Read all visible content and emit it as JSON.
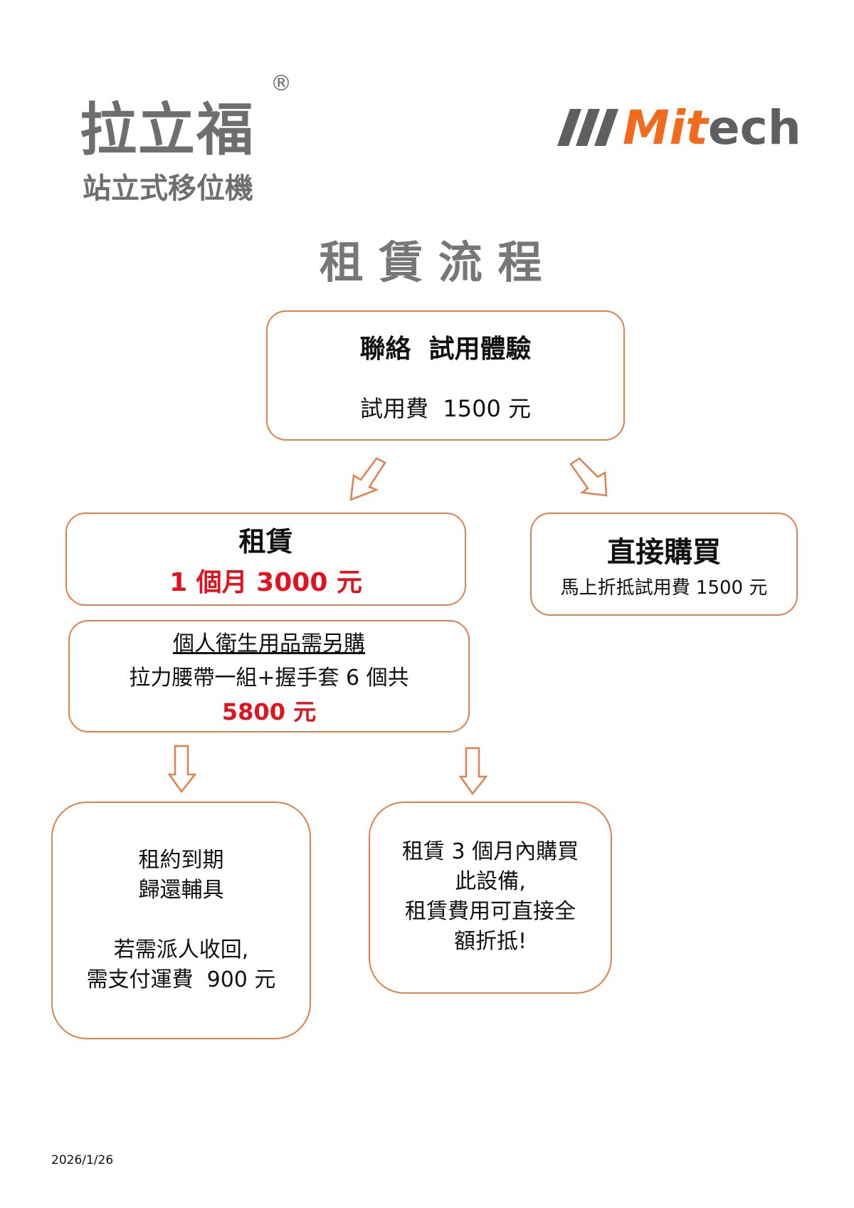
{
  "header": {
    "brand_cn": "拉立福",
    "registered_mark": "®",
    "brand_sub": "站立式移位機",
    "mitech_logo": {
      "prefix": "Mit",
      "suffix": "ech",
      "accent_color": "#f26b1d",
      "gray_color": "#5f5f5f"
    }
  },
  "title": "租 賃 流 程",
  "trial": {
    "title": "聯絡  試用體驗",
    "fee": "試用費  1500 元"
  },
  "rent": {
    "title": "租賃",
    "price": "1 個月 3000 元"
  },
  "buy": {
    "title": "直接購買",
    "note": "馬上折抵試用費 1500 元"
  },
  "hygiene": {
    "title": "個人衛生用品需另購",
    "items": "拉力腰帶一組+握手套 6 個共",
    "price": "5800 元"
  },
  "return": {
    "line1": "租約到期",
    "line2": "歸還輔具",
    "line3": "若需派人收回,",
    "line4": "需支付運費  900 元"
  },
  "purchase": {
    "line1": "租賃 3 個月內購買",
    "line2": "此設備,",
    "line3": "租賃費用可直接全",
    "line4": "額折抵!"
  },
  "footer": {
    "date": "2026/1/26"
  },
  "colors": {
    "border": "#e0804a",
    "price_red": "#e0141e",
    "logo_gray": "#6e6e6e"
  }
}
